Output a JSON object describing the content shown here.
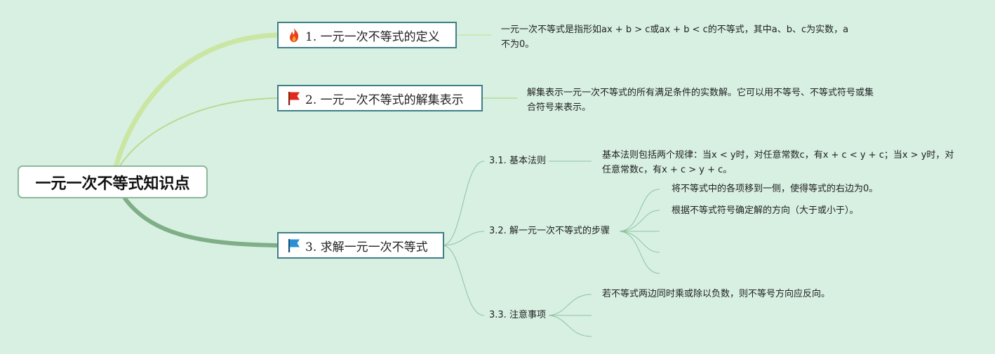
{
  "root": {
    "label": "一元一次不等式知识点"
  },
  "branches": [
    {
      "label": "1. 一元一次不等式的定义",
      "icon": "fire-icon",
      "note": "一元一次不等式是指形如ax + b > c或ax + b < c的不等式，其中a、b、c为实数，a不为0。"
    },
    {
      "label": "2. 一元一次不等式的解集表示",
      "icon": "red-flag-icon",
      "note": "解集表示一元一次不等式的所有满足条件的实数解。它可以用不等号、不等式符号或集合符号来表示。"
    },
    {
      "label": "3. 求解一元一次不等式",
      "icon": "blue-flag-icon",
      "children": [
        {
          "label": "3.1. 基本法则",
          "note": "基本法则包括两个规律：当x < y时，对任意常数c，有x + c < y + c；当x > y时，对任意常数c，有x + c > y + c。"
        },
        {
          "label": "3.2. 解一元一次不等式的步骤",
          "steps": [
            "将不等式中的各项移到一侧，使得等式的右边为0。",
            "根据不等式符号确定解的方向（大于或小于）。"
          ]
        },
        {
          "label": "3.3. 注意事项",
          "notes": [
            "若不等式两边同时乘或除以负数，则不等号方向应反向。"
          ]
        }
      ]
    }
  ],
  "colors": {
    "background": "#d7f0e2",
    "branch1_line": "#c9e6a0",
    "branch2_line": "#b7d98f",
    "branch3_line": "#7fae87",
    "thin_line": "#8fc2a0",
    "node_border": "#3e7f87"
  }
}
